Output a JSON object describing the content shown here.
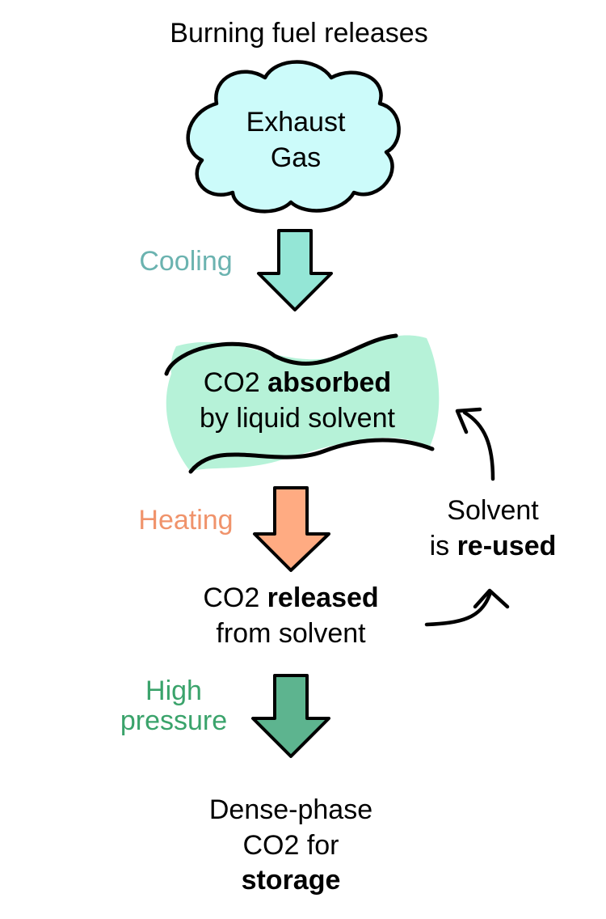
{
  "top_caption": "Burning fuel releases",
  "cloud": {
    "line1": "Exhaust",
    "line2": "Gas",
    "fill": "#ccfbfa"
  },
  "step_cooling": {
    "label": "Cooling",
    "color": "#6bb3b0",
    "arrow_fill": "#94e6d6"
  },
  "absorber": {
    "prefix": "CO2 ",
    "bold": "absorbed",
    "line2": "by liquid solvent",
    "fill": "#b6f2d8"
  },
  "step_heating": {
    "label": "Heating",
    "color": "#f0936b",
    "arrow_fill": "#ffab82"
  },
  "released": {
    "prefix": "CO2 ",
    "bold": "released",
    "line2": "from solvent"
  },
  "reuse": {
    "line1": "Solvent",
    "line2_prefix": "is ",
    "line2_bold": "re-used"
  },
  "step_pressure": {
    "line1": "High",
    "line2": "pressure",
    "color": "#3aa36b",
    "arrow_fill": "#5db48f"
  },
  "storage": {
    "line1": "Dense-phase",
    "line2": "CO2 for",
    "line3_bold": "storage"
  }
}
